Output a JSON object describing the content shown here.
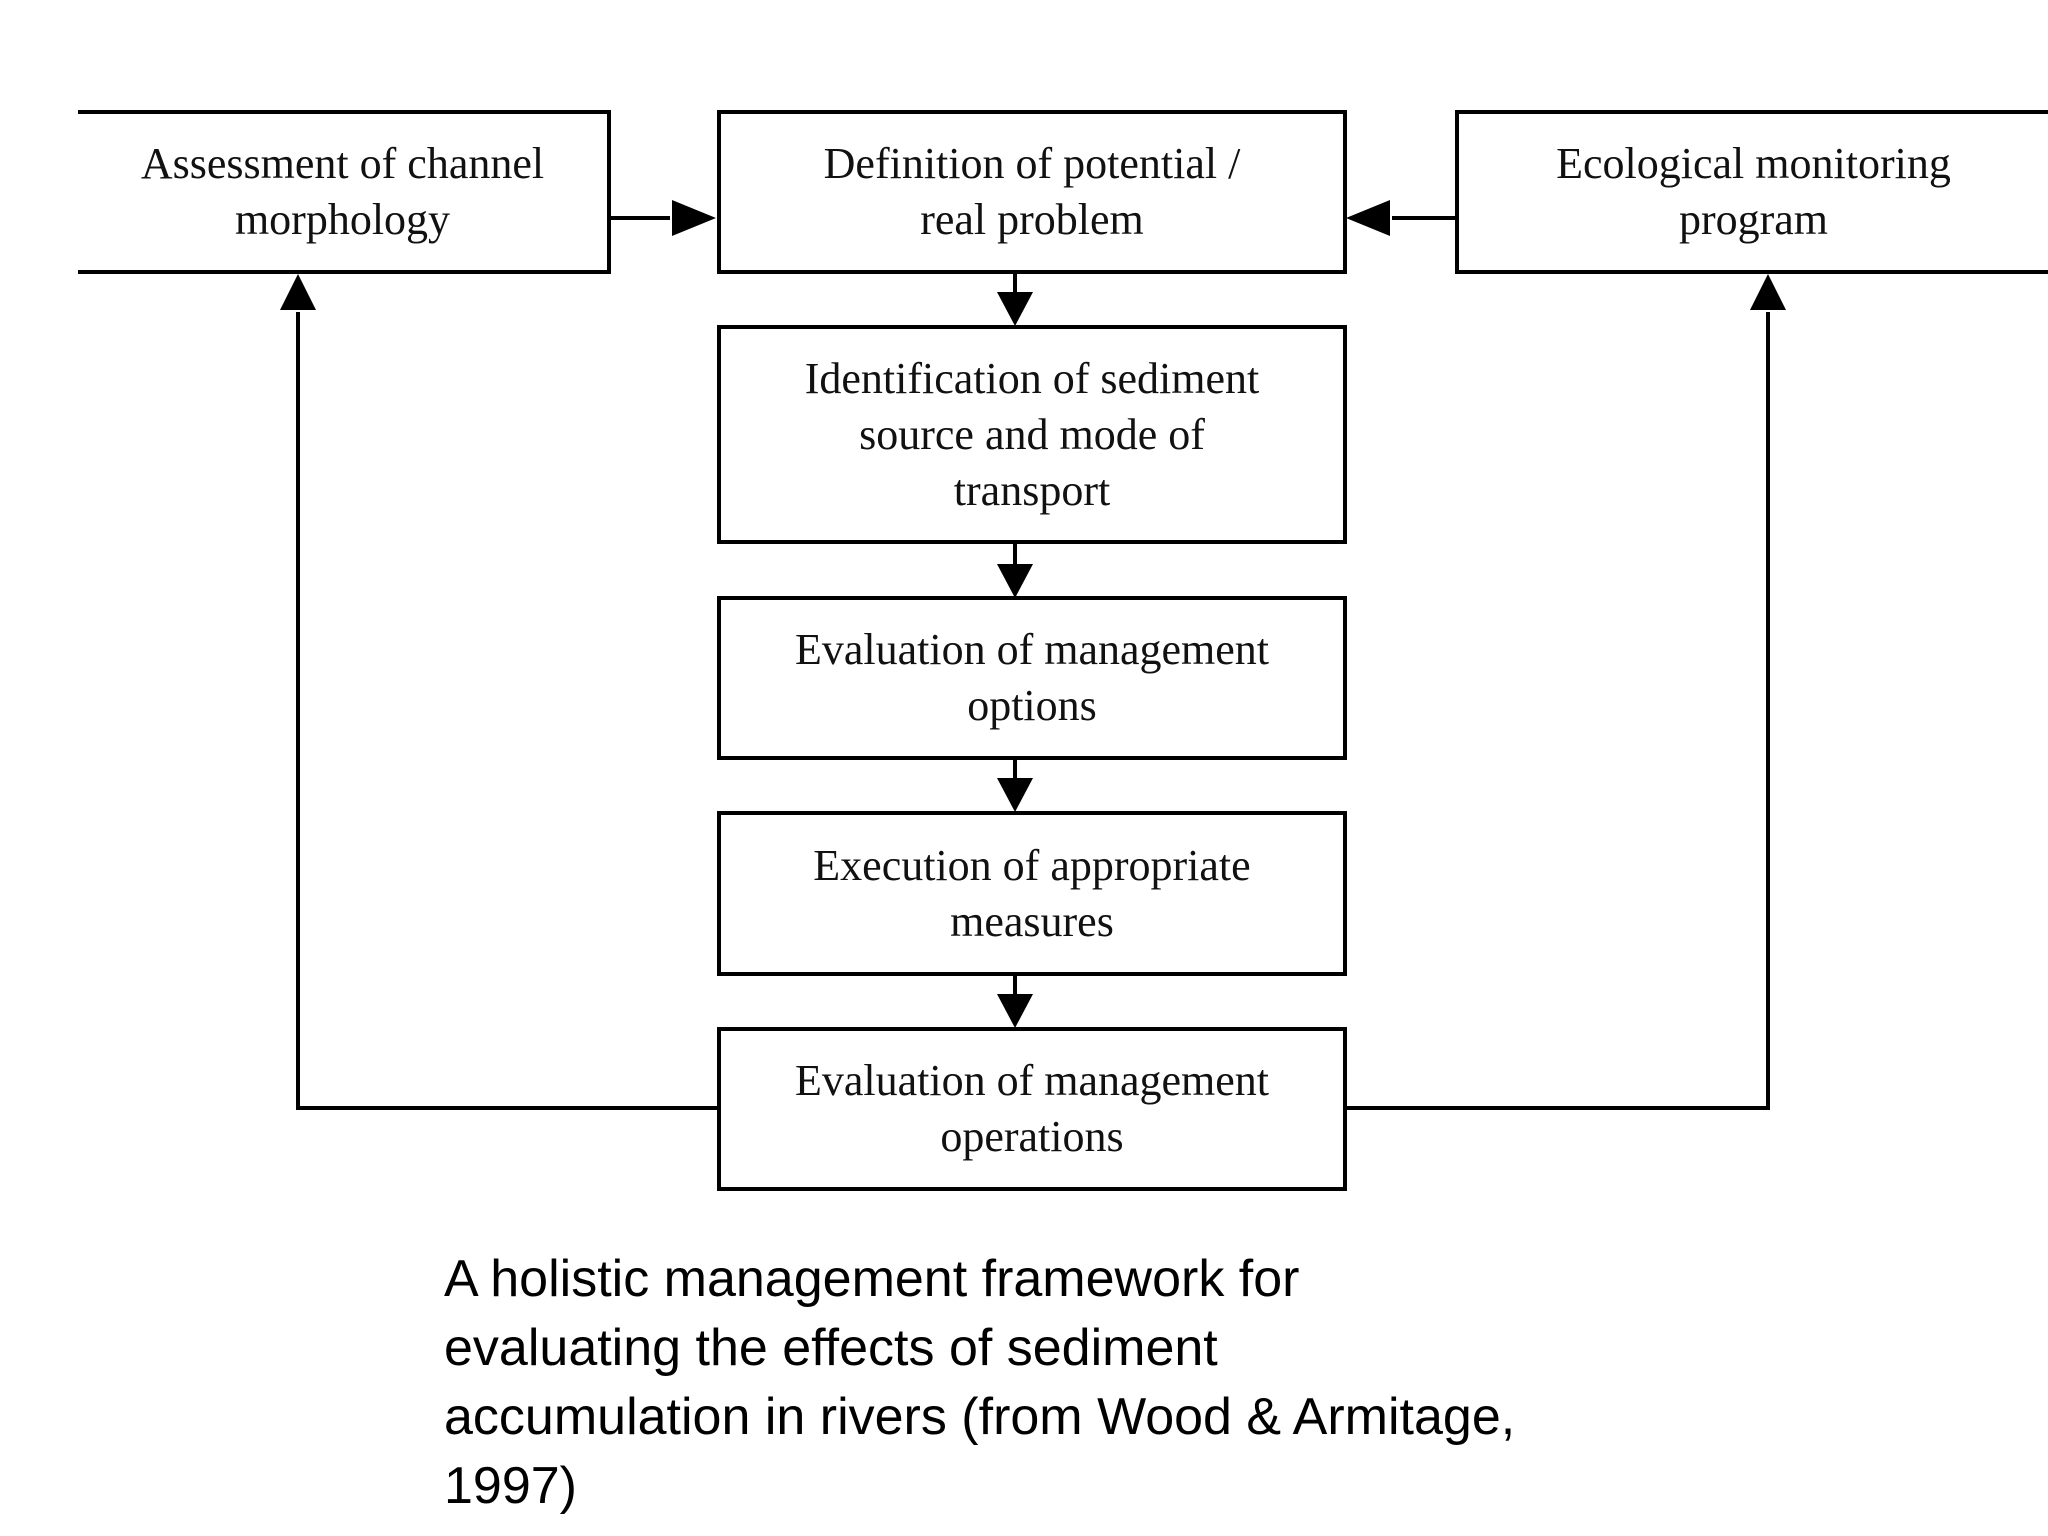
{
  "diagram": {
    "boxes": {
      "channel_morphology": "Assessment of channel\nmorphology",
      "problem_definition": "Definition of potential /\nreal problem",
      "ecological_monitoring": "Ecological monitoring\nprogram",
      "sediment_identification": "Identification of sediment\nsource and mode of\ntransport",
      "evaluation_options": "Evaluation of management\noptions",
      "execution_measures": "Execution of appropriate\nmeasures",
      "evaluation_operations": "Evaluation of management\noperations"
    },
    "connections": [
      {
        "from": "channel_morphology",
        "to": "problem_definition"
      },
      {
        "from": "ecological_monitoring",
        "to": "problem_definition"
      },
      {
        "from": "problem_definition",
        "to": "sediment_identification"
      },
      {
        "from": "sediment_identification",
        "to": "evaluation_options"
      },
      {
        "from": "evaluation_options",
        "to": "execution_measures"
      },
      {
        "from": "execution_measures",
        "to": "evaluation_operations"
      },
      {
        "from": "evaluation_operations",
        "to": "channel_morphology"
      },
      {
        "from": "evaluation_operations",
        "to": "ecological_monitoring"
      }
    ],
    "colors": {
      "stroke": "#000000",
      "text": "#111111",
      "background": "#ffffff"
    }
  },
  "caption": "A holistic management framework for\nevaluating the effects of sediment\naccumulation in rivers (from Wood & Armitage,\n1997)"
}
